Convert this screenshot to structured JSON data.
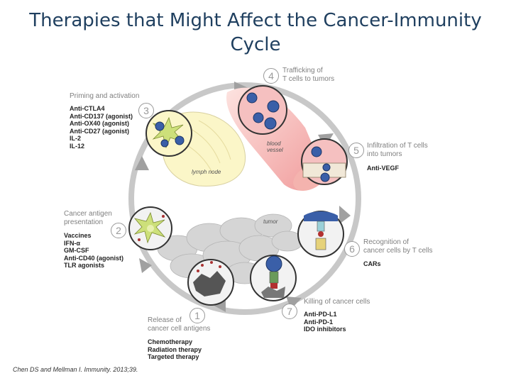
{
  "title": [
    "Therapies that Might Affect the Cancer-Immunity",
    "Cycle"
  ],
  "steps": [
    {
      "num": "1",
      "label": [
        "Release of",
        "cancer cell antigens"
      ],
      "drugs": [
        "Chemotherapy",
        "Radiation therapy",
        "Targeted therapy"
      ]
    },
    {
      "num": "2",
      "label": [
        "Cancer antigen",
        "presentation"
      ],
      "drugs": [
        "Vaccines",
        "IFN-α",
        "GM-CSF",
        "Anti-CD40 (agonist)",
        "TLR agonists"
      ]
    },
    {
      "num": "3",
      "label": [
        "Priming and activation"
      ],
      "drugs": [
        "Anti-CTLA4",
        "Anti-CD137 (agonist)",
        "Anti-OX40 (agonist)",
        "Anti-CD27 (agonist)",
        "IL-2",
        "IL-12"
      ]
    },
    {
      "num": "4",
      "label": [
        "Trafficking of",
        "T cells to tumors"
      ],
      "drugs": []
    },
    {
      "num": "5",
      "label": [
        "Infiltration of T cells",
        "into tumors"
      ],
      "drugs": [
        "Anti-VEGF"
      ]
    },
    {
      "num": "6",
      "label": [
        "Recognition of",
        "cancer cells by T cells"
      ],
      "drugs": [
        "CARs"
      ]
    },
    {
      "num": "7",
      "label": [
        "Killing of cancer cells"
      ],
      "drugs": [
        "Anti-PD-L1",
        "Anti-PD-1",
        "IDO inhibitors"
      ]
    }
  ],
  "regions": {
    "lymph_node": "lymph node",
    "blood_vessel": [
      "blood",
      "vessel"
    ],
    "tumor": "tumor"
  },
  "citation": "Chen DS and Mellman I. Immunity. 2013;39.",
  "colors": {
    "title": "#1f3f5f",
    "cycle_arrow": "#a0a0a0",
    "tumor_cell": "#3a5fa8",
    "vessel": "#f2a5a5",
    "lymph": "#fbf6c8"
  }
}
